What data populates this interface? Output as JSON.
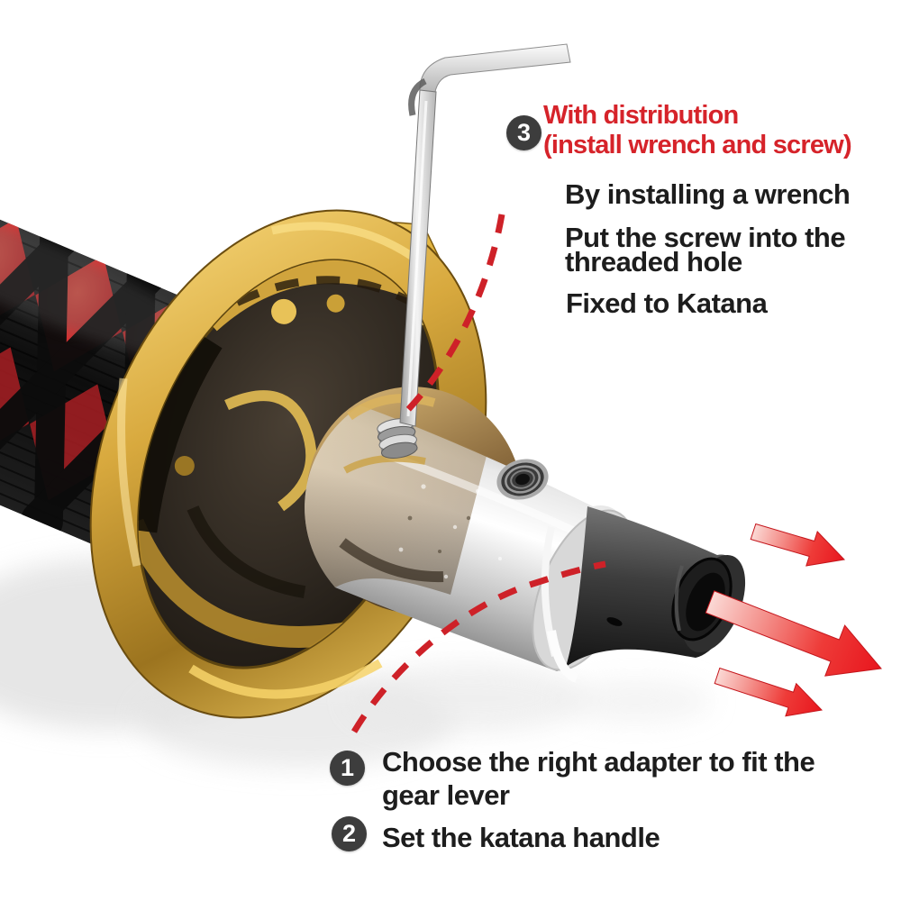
{
  "scene": {
    "description": "Katana handle gear shift knob installation instructions: gold dragon tsuba guard, chrome adapter cylinder with set screw, black rubber gear-lever adapter, hex wrench",
    "background": "#ffffff"
  },
  "colors": {
    "accent_red": "#d6232a",
    "arrow_red": "#ee1c24",
    "dashed_pointer_red": "#ce2128",
    "badge_background": "#3d3d3d",
    "badge_number": "#ffffff",
    "body_text": "#1d1d1d",
    "gold": "#d4a33c",
    "handle_red": "#c6262b",
    "silver": "#d9d9d9",
    "adapter_black": "#1a1a1a"
  },
  "step3": {
    "number": "3",
    "title_line1": "With distribution",
    "title_line2": "(install wrench and screw)",
    "detail1": "By installing a wrench",
    "detail2_line1": "Put the screw into the",
    "detail2_line2": "threaded hole",
    "detail3": "Fixed to Katana"
  },
  "step1": {
    "number": "1",
    "text_line1": "Choose the right adapter to fit the",
    "text_line2": "gear lever"
  },
  "step2": {
    "number": "2",
    "text": "Set the katana handle"
  }
}
